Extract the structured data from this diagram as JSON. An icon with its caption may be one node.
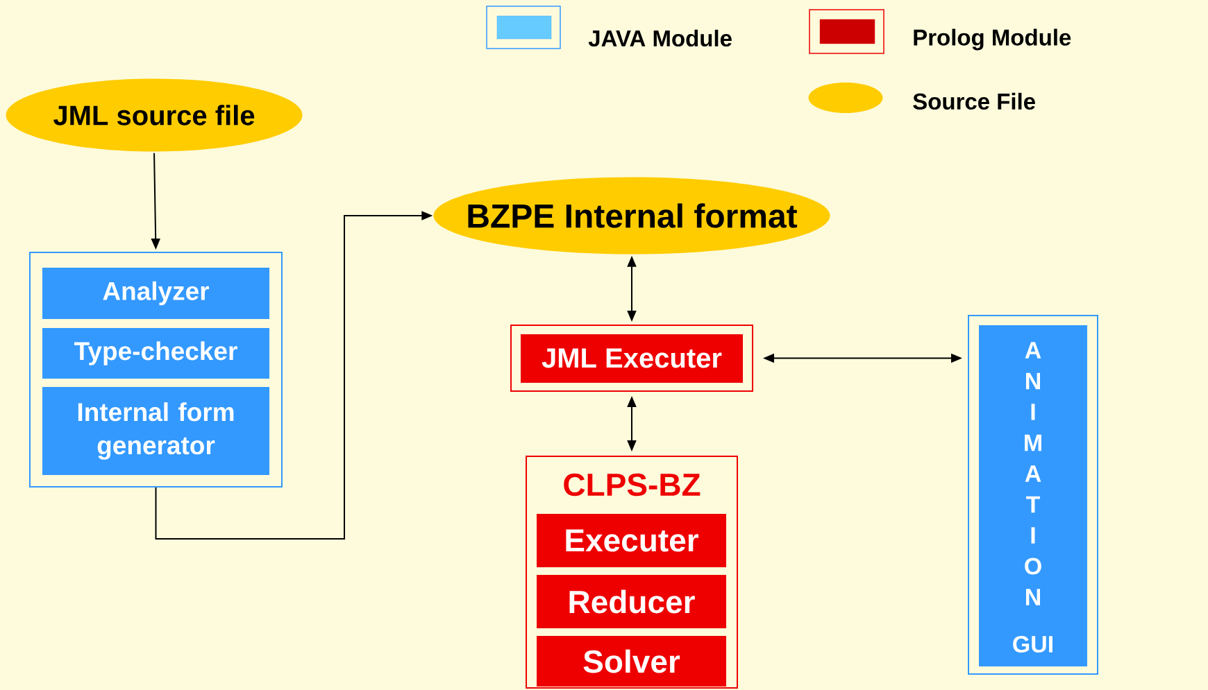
{
  "diagram": {
    "nodes": [
      {
        "text": [
          "JML source file"
        ]
      },
      {
        "text": [],
        "shape": "box"
      },
      {
        "text": [
          "Analyzer"
        ],
        "in": 1
      },
      {
        "text": [
          "Type-checker"
        ],
        "in": 1
      },
      {
        "text": [
          "Internal form generator"
        ],
        "in": 1
      },
      {
        "text": [
          "BZPE Internal format"
        ]
      },
      {
        "text": [
          "JML Executer"
        ]
      },
      {
        "text": [
          "CLPS-BZ"
        ]
      },
      {
        "text": [
          "Executer"
        ],
        "in": 7
      },
      {
        "text": [
          "Reducer"
        ],
        "in": 7
      },
      {
        "text": [
          "Solver"
        ],
        "in": 7
      },
      {
        "text": [
          "A N I M A T I O N",
          "GUI"
        ]
      }
    ],
    "edges": [
      {
        "from": 0,
        "to": 1,
        "arrow": "to"
      },
      {
        "from": 1,
        "to": 5,
        "arrow": "to"
      },
      {
        "from": 5,
        "to": 6,
        "arrow": "both"
      },
      {
        "from": 6,
        "to": 7,
        "arrow": "both"
      },
      {
        "from": 6,
        "to": 11,
        "arrow": "both"
      }
    ],
    "legend": [
      {
        "text": "JAVA Module",
        "color": "#66ccff"
      },
      {
        "text": "Prolog Module",
        "color": "#cc0000"
      },
      {
        "text": "Source File",
        "color": "#ffcc00"
      }
    ]
  }
}
